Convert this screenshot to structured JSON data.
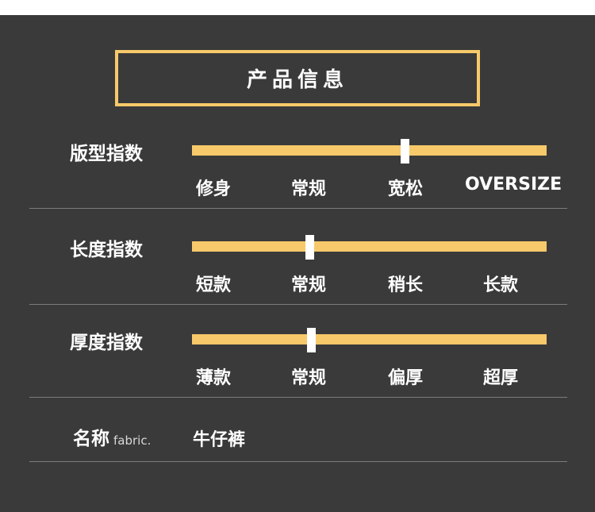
{
  "title": "产品信息",
  "rows": [
    {
      "label": "版型指数",
      "options": [
        "修身",
        "常规",
        "宽松",
        "OVERSIZE"
      ],
      "level": 0.6
    },
    {
      "label": "长度指数",
      "options": [
        "短款",
        "常规",
        "稍长",
        "长款"
      ],
      "level": 0.33
    },
    {
      "label": "厚度指数",
      "options": [
        "薄款",
        "常规",
        "偏厚",
        "超厚"
      ],
      "level": 0.335
    }
  ],
  "name": {
    "label": "名称",
    "label_en": "fabric.",
    "value": "牛仔裤"
  },
  "colors": {
    "accent": "#f7c96a",
    "background": "#3a3a3a",
    "text": "#ffffff"
  }
}
